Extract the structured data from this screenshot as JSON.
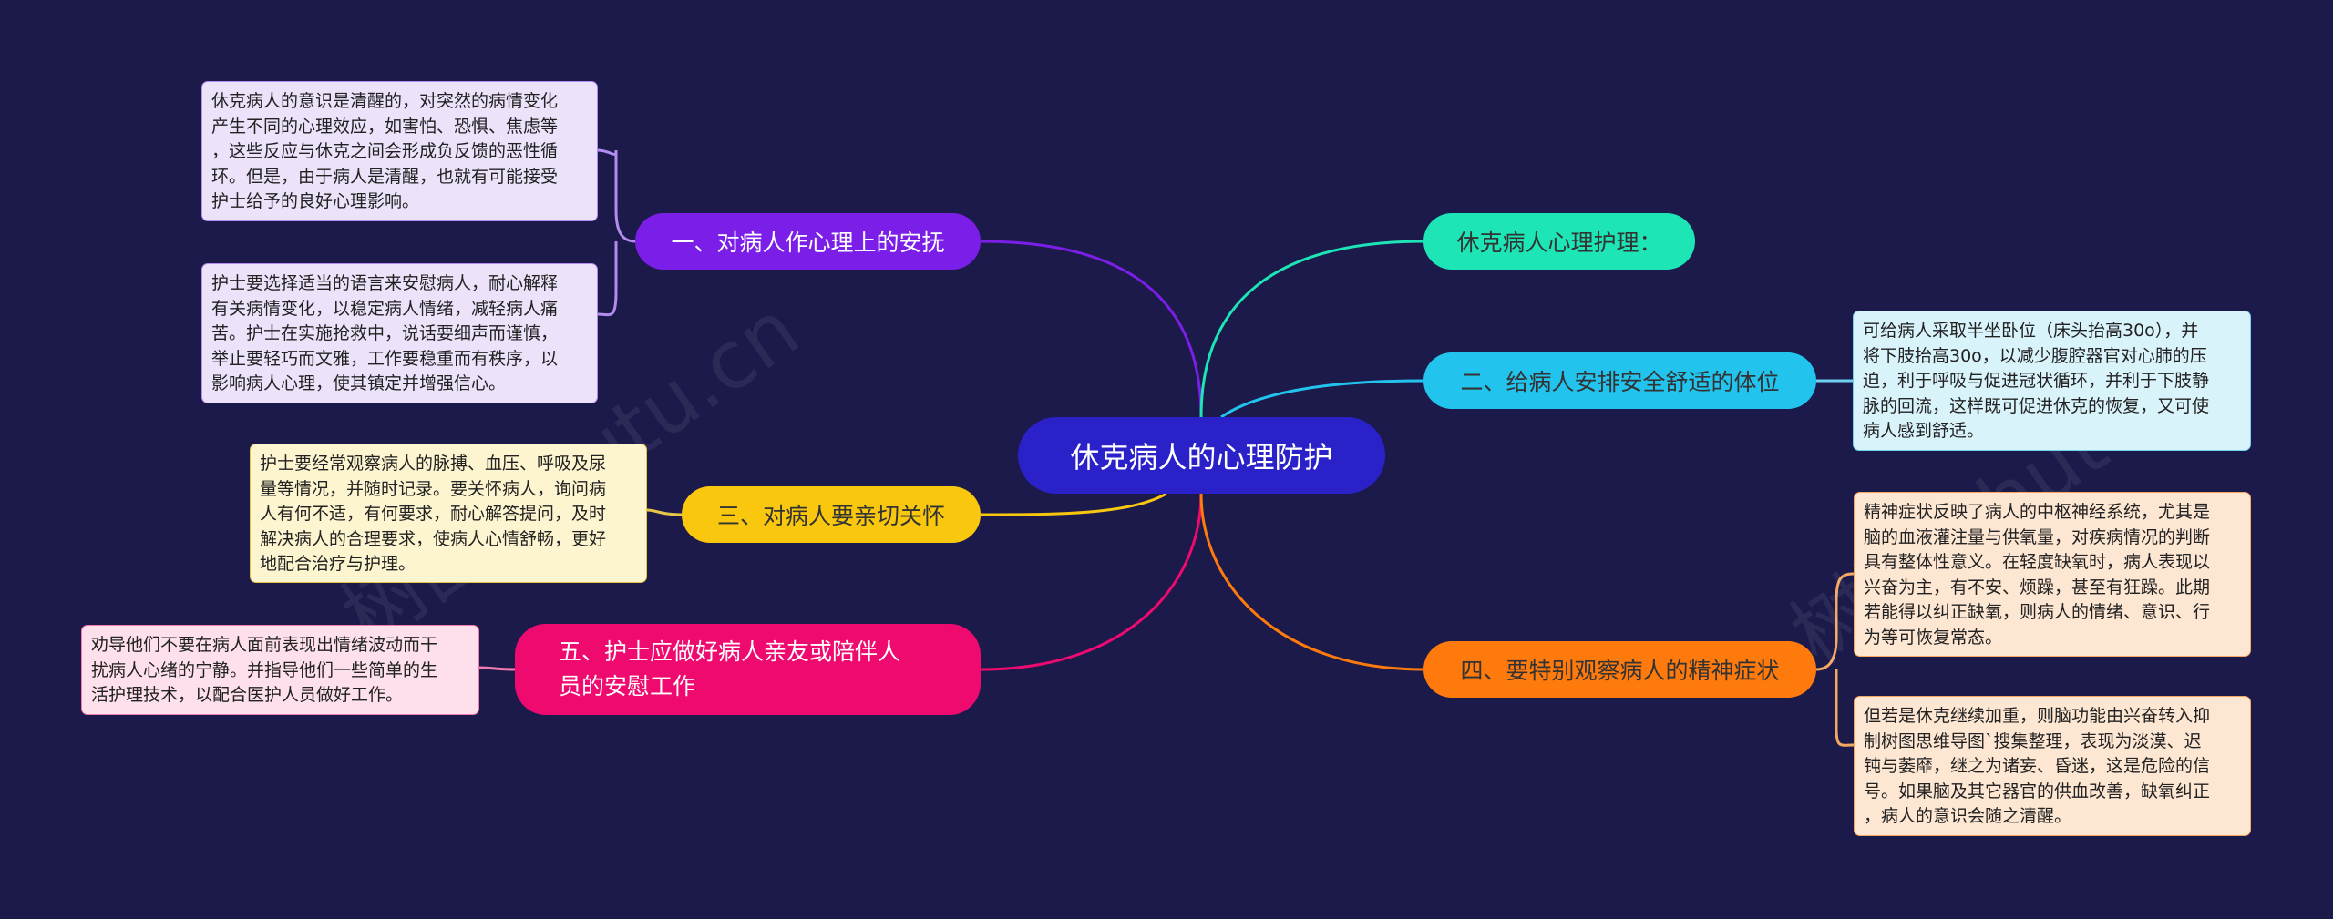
{
  "center": {
    "label": "休克病人的心理防护",
    "color": "#2a22c8"
  },
  "branches": [
    {
      "id": "b1",
      "label": "一、对病人作心理上的安抚",
      "color": "#7b1fe8",
      "text_color": "#ffffff",
      "notes": [
        {
          "lines": [
            "休克病人的意识是清醒的，对突然的病情变化",
            "产生不同的心理效应，如害怕、恐惧、焦虑等",
            "，这些反应与休克之间会形成负反馈的恶性循",
            "环。但是，由于病人是清醒，也就有可能接受",
            "护士给予的良好心理影响。"
          ],
          "bg": "#ece3fb",
          "border": "#b48cf0"
        },
        {
          "lines": [
            "护士要选择适当的语言来安慰病人，耐心解释",
            "有关病情变化，以稳定病人情绪，减轻病人痛",
            "苦。护士在实施抢救中，说话要细声而谨慎，",
            "举止要轻巧而文雅，工作要稳重而有秩序，以",
            "影响病人心理，使其镇定并增强信心。"
          ],
          "bg": "#ece3fb",
          "border": "#b48cf0"
        }
      ]
    },
    {
      "id": "b3",
      "label": "三、对病人要亲切关怀",
      "color": "#f9c80e",
      "text_color": "#333333",
      "notes": [
        {
          "lines": [
            "护士要经常观察病人的脉搏、血压、呼吸及尿",
            "量等情况，并随时记录。要关怀病人，询问病",
            "人有何不适，有何要求，耐心解答提问，及时",
            "解决病人的合理要求，使病人心情舒畅，更好",
            "地配合治疗与护理。"
          ],
          "bg": "#fdf5cf",
          "border": "#e6c64a"
        }
      ]
    },
    {
      "id": "b5",
      "label_lines": [
        "五、护士应做好病人亲友或陪伴人",
        "员的安慰工作"
      ],
      "color": "#ee0a6e",
      "text_color": "#ffffff",
      "notes": [
        {
          "lines": [
            "劝导他们不要在病人面前表现出情绪波动而干",
            "扰病人心绪的宁静。并指导他们一些简单的生",
            "活护理技术，以配合医护人员做好工作。"
          ],
          "bg": "#fde0ec",
          "border": "#f07aab"
        }
      ]
    },
    {
      "id": "b0",
      "label": "休克病人心理护理：",
      "color": "#1de5b5",
      "text_color": "#333333",
      "notes": []
    },
    {
      "id": "b2",
      "label": "二、给病人安排安全舒适的体位",
      "color": "#22c3ec",
      "text_color": "#333333",
      "notes": [
        {
          "lines": [
            "可给病人采取半坐卧位（床头抬高30o），并",
            "将下肢抬高30o，以减少腹腔器官对心肺的压",
            "迫，利于呼吸与促进冠状循环，并利于下肢静",
            "脉的回流，这样既可促进休克的恢复，又可使",
            "病人感到舒适。"
          ],
          "bg": "#d9f3fb",
          "border": "#6fd1ef"
        }
      ]
    },
    {
      "id": "b4",
      "label": "四、要特别观察病人的精神症状",
      "color": "#ff7a0c",
      "text_color": "#333333",
      "notes": [
        {
          "lines": [
            "精神症状反映了病人的中枢神经系统，尤其是",
            "脑的血液灌注量与供氧量，对疾病情况的判断",
            "具有整体性意义。在轻度缺氧时，病人表现以",
            "兴奋为主，有不安、烦躁，甚至有狂躁。此期",
            "若能得以纠正缺氧，则病人的情绪、意识、行",
            "为等可恢复常态。"
          ],
          "bg": "#fde6d2",
          "border": "#f5a760"
        },
        {
          "lines": [
            "但若是休克继续加重，则脑功能由兴奋转入抑",
            "制树图思维导图`搜集整理，表现为淡漠、迟",
            "钝与萎靡，继之为诸妄、昏迷，这是危险的信",
            "号。如果脑及其它器官的供血改善，缺氧纠正",
            "，病人的意识会随之清醒。"
          ],
          "bg": "#fde6d2",
          "border": "#f5a760"
        }
      ]
    }
  ],
  "watermarks": [
    "树图 shutu.cn",
    "树图 shutu.cn"
  ]
}
